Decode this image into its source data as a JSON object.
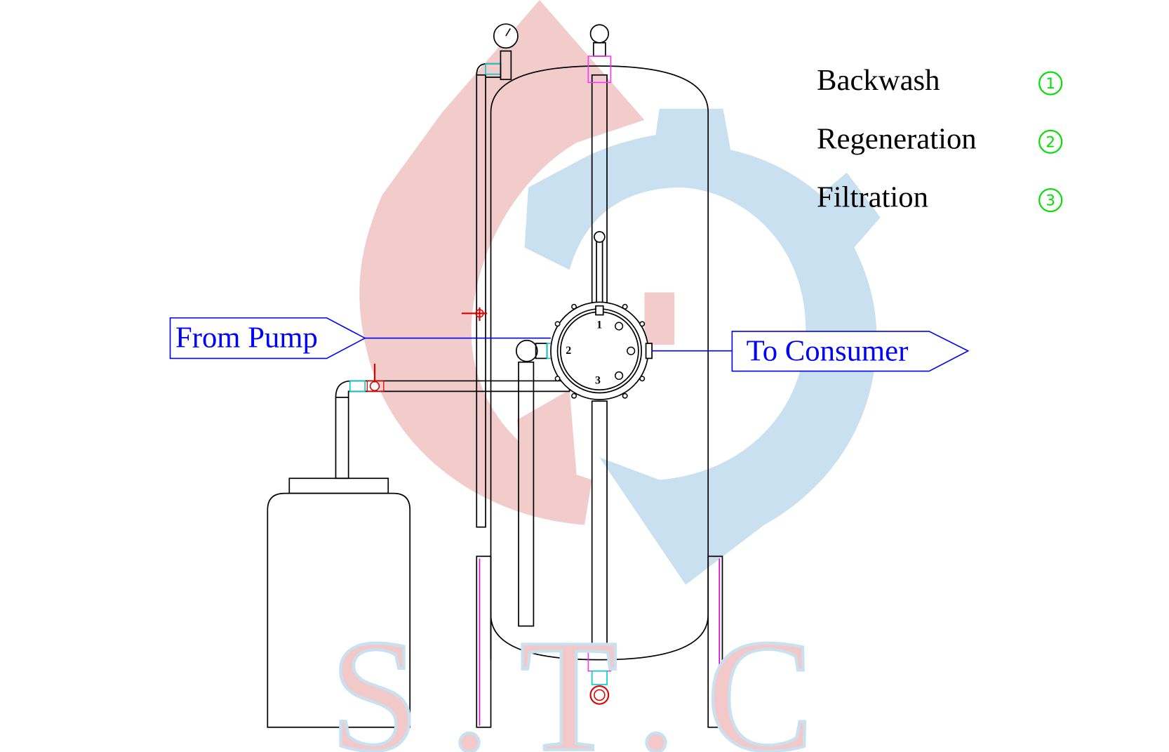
{
  "legend": {
    "items": [
      {
        "label": "Backwash",
        "marker": "①"
      },
      {
        "label": "Regeneration",
        "marker": "②"
      },
      {
        "label": "Filtration",
        "marker": "③"
      }
    ],
    "marker_color": "#00e000"
  },
  "callouts": {
    "from_pump": "From Pump",
    "to_consumer": "To Consumer",
    "color": "#0000ff"
  },
  "valve_positions": [
    "1",
    "2",
    "3"
  ],
  "watermark": {
    "logo_text": "S.T.C",
    "colors": [
      "#f2c8c8",
      "#c9e0f1"
    ]
  }
}
